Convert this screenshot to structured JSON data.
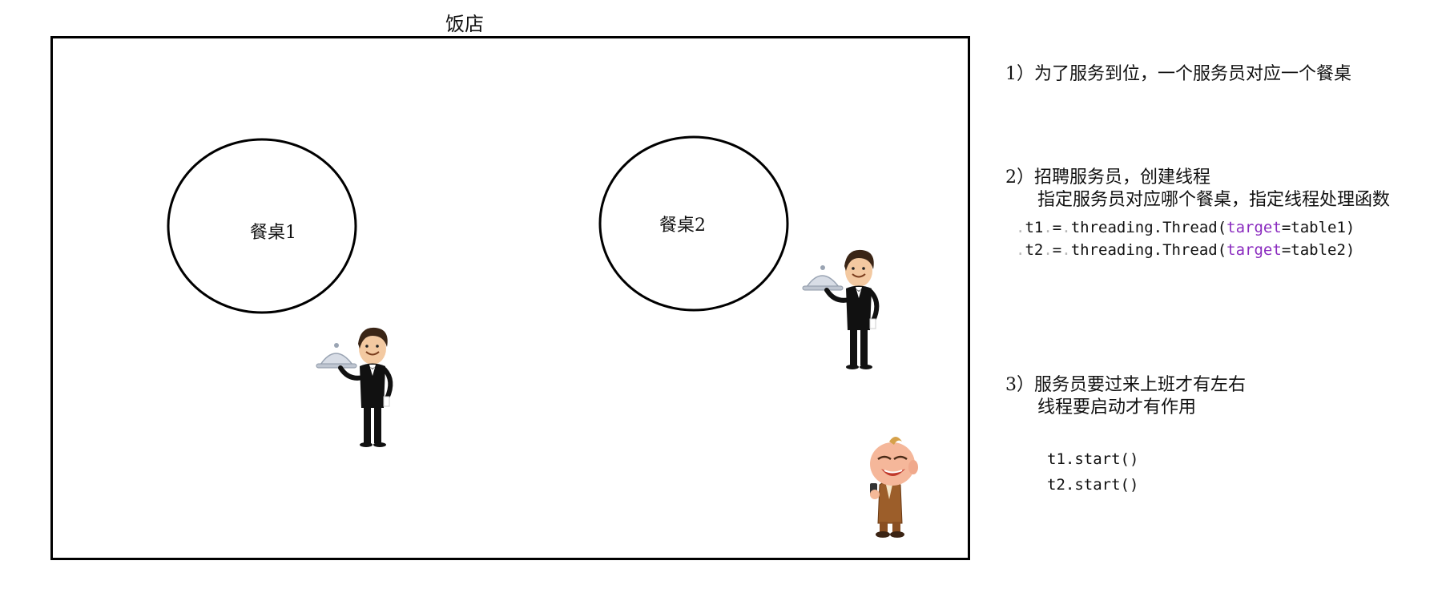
{
  "diagram": {
    "title": "饭店",
    "tables": [
      {
        "label": "餐桌1"
      },
      {
        "label": "餐桌2"
      }
    ],
    "icons": [
      "waiter-icon",
      "waiter-icon",
      "boss-icon"
    ],
    "colors": {
      "keyword": "#8a2bbf",
      "border": "#000000"
    }
  },
  "notes": {
    "n1": "1）为了服务到位，一个服务员对应一个餐桌",
    "n2_line1": "2）招聘服务员，创建线程",
    "n2_line2": "指定服务员对应哪个餐桌，指定线程处理函数",
    "code1": {
      "var": "t1",
      "eq": "=",
      "call": "threading.Thread(",
      "kw": "target",
      "rest": "=table1)"
    },
    "code2": {
      "var": "t2",
      "eq": "=",
      "call": "threading.Thread(",
      "kw": "target",
      "rest": "=table2)"
    },
    "n3_line1": "3）服务员要过来上班才有左右",
    "n3_line2": "线程要启动才有作用",
    "start1": "t1.start()",
    "start2": "t2.start()"
  }
}
